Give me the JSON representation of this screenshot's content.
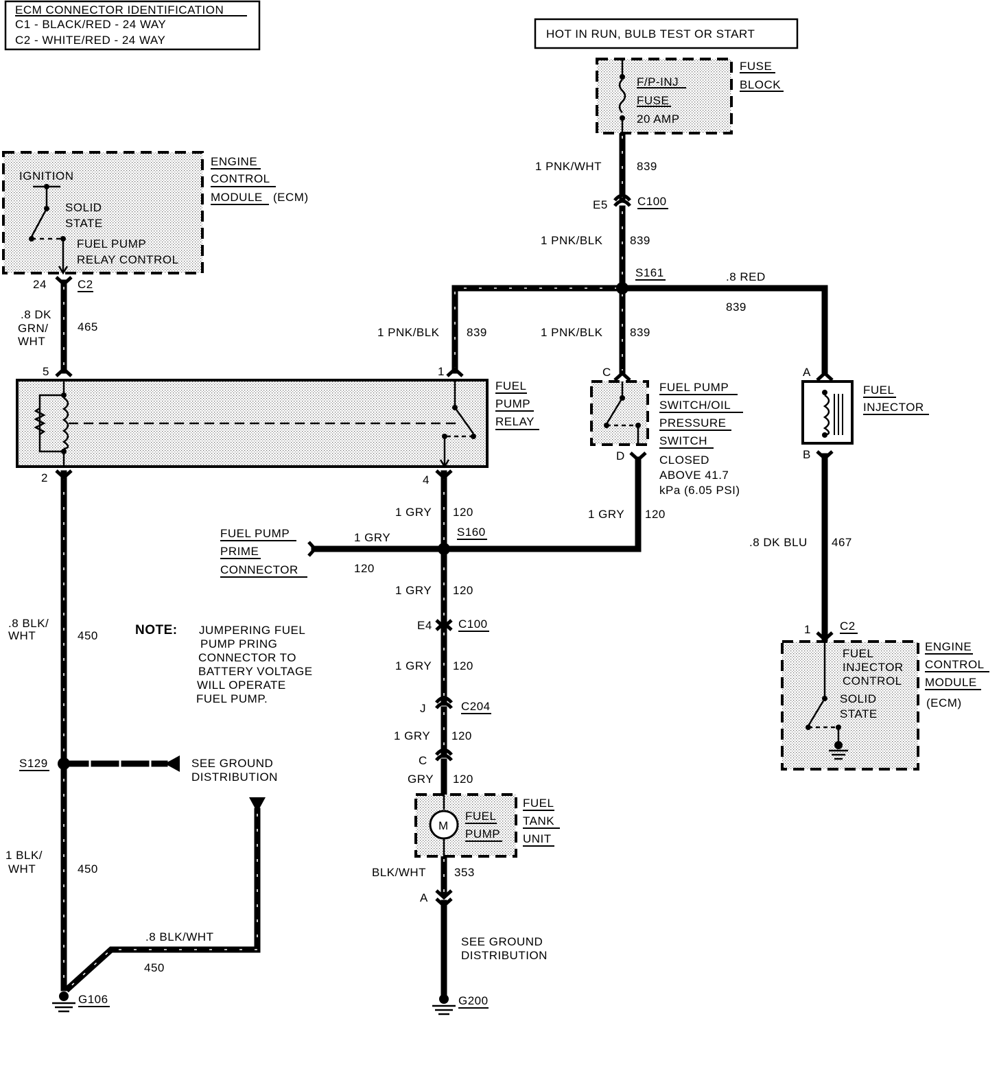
{
  "ecm_id": {
    "title": "ECM CONNECTOR IDENTIFICATION",
    "c1": "C1 - BLACK/RED - 24 WAY",
    "c2": "C2 - WHITE/RED - 24 WAY"
  },
  "hot_label": "HOT IN RUN, BULB TEST OR START",
  "fuse_block": {
    "fuse_lines": [
      "F/P-INJ",
      "FUSE",
      "20 AMP"
    ],
    "label": [
      "FUSE",
      "BLOCK"
    ]
  },
  "ecm_left": {
    "label": [
      "ENGINE",
      "CONTROL",
      "MODULE"
    ],
    "label_suffix": "(ECM)",
    "inner": [
      "IGNITION",
      "SOLID",
      "STATE",
      "FUEL PUMP",
      "RELAY CONTROL"
    ]
  },
  "relay": {
    "label": [
      "FUEL",
      "PUMP",
      "RELAY"
    ]
  },
  "oil_switch": {
    "label": [
      "FUEL PUMP",
      "SWITCH/OIL",
      "PRESSURE",
      "SWITCH"
    ],
    "note": [
      "CLOSED",
      "ABOVE 41.7",
      "kPa (6.05 PSI)"
    ]
  },
  "injector": {
    "label": [
      "FUEL",
      "INJECTOR"
    ]
  },
  "ecm_right": {
    "label": [
      "ENGINE",
      "CONTROL",
      "MODULE",
      "(ECM)"
    ],
    "inner": [
      "FUEL",
      "INJECTOR",
      "CONTROL",
      "SOLID",
      "STATE"
    ]
  },
  "prime": {
    "label": [
      "FUEL PUMP",
      "PRIME",
      "CONNECTOR"
    ],
    "wire": "1 GRY",
    "circuit": "120"
  },
  "tank": {
    "label": [
      "FUEL",
      "TANK",
      "UNIT"
    ],
    "pump": [
      "FUEL",
      "PUMP"
    ],
    "motor": "M"
  },
  "note": {
    "head": "NOTE:",
    "lines": [
      "JUMPERING FUEL",
      "PUMP PRING",
      "CONNECTOR TO",
      "BATTERY VOLTAGE",
      "WILL OPERATE",
      "FUEL PUMP."
    ]
  },
  "ground_dist": [
    "SEE GROUND",
    "DISTRIBUTION"
  ],
  "grounds": {
    "g106": "G106",
    "g200": "G200"
  },
  "splices": {
    "s161": "S161",
    "s160": "S160",
    "s129": "S129"
  },
  "wires": {
    "pnk_wht": "1 PNK/WHT",
    "c839": "839",
    "e5": "E5",
    "c100": "C100",
    "pnk_blk": "1 PNK/BLK",
    "red": ".8 RED",
    "pin24": "24",
    "c2": "C2",
    "dkgrn": [
      ".8 DK",
      "GRN/",
      "WHT"
    ],
    "c465": "465",
    "pin5": "5",
    "pin1": "1",
    "pinC": "C",
    "pinA": "A",
    "pin2": "2",
    "pin4": "4",
    "pinD": "D",
    "pinB": "B",
    "gry": "1 GRY",
    "c120": "120",
    "dkblu": ".8 DK BLU",
    "c467": "467",
    "blkwht_8": [
      ".8 BLK/",
      "WHT"
    ],
    "c450": "450",
    "e4": "E4",
    "pinJ": "J",
    "c204": "C204",
    "gry_plain": "GRY",
    "blkwht_1": [
      "1 BLK/",
      "WHT"
    ],
    "blkwht_8h": ".8 BLK/WHT",
    "blkwht": "BLK/WHT",
    "c353": "353"
  }
}
